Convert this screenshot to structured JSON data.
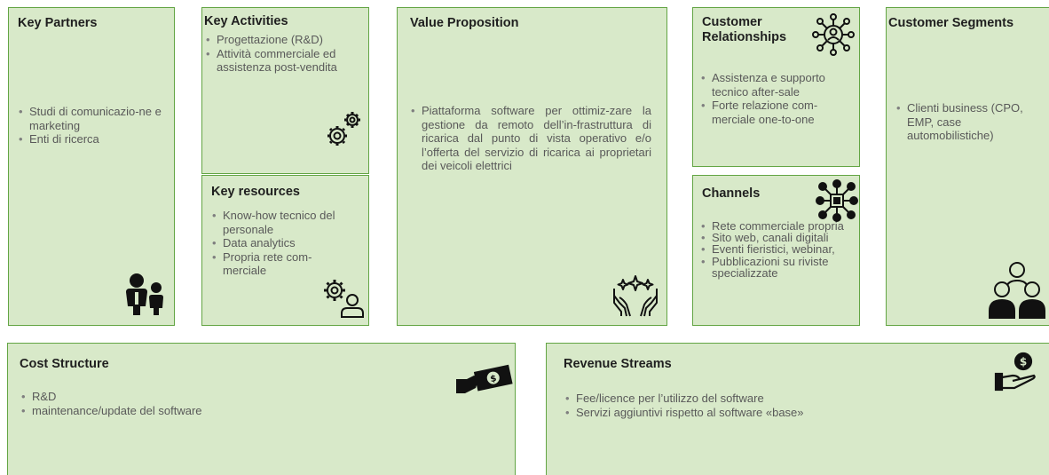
{
  "key_partners": {
    "title": "Key Partners",
    "items": [
      "Studi di comunicazio-ne e marketing",
      "Enti di ricerca"
    ],
    "icon": "people-icon"
  },
  "key_activities": {
    "title": "Key Activities",
    "items": [
      "Progettazione (R&D)",
      "Attività commerciale ed assistenza post-vendita"
    ],
    "icon": "gears-icon"
  },
  "key_resources": {
    "title": "Key resources",
    "items": [
      "Know-how tecnico del personale",
      "Data analytics",
      "Propria rete com-merciale"
    ],
    "icon": "gear-user-icon"
  },
  "value_proposition": {
    "title": "Value Proposition",
    "items": [
      "Piattaforma software per ottimiz-zare la gestione da remoto dell’in-frastruttura di ricarica dal punto di vista operativo e/o l’offerta del servizio di ricarica ai proprietari dei veicoli elettrici"
    ],
    "icon": "hands-sparkle-icon"
  },
  "customer_relationships": {
    "title_line1": "Customer",
    "title_line2": "Relationships",
    "items": [
      "Assistenza e supporto tecnico after-sale",
      "Forte relazione com-merciale one-to-one"
    ],
    "icon": "network-user-icon"
  },
  "channels": {
    "title": "Channels",
    "items": [
      "Rete commerciale propria",
      "Sito web, canali digitali",
      "Eventi fieristici, webinar,",
      "Pubblicazioni su riviste specializzate"
    ],
    "icon": "network-nodes-icon"
  },
  "customer_segments": {
    "title": "Customer Segments",
    "items": [
      "Clienti business (CPO, EMP, case automobilistiche)"
    ],
    "icon": "user-group-icon"
  },
  "cost_structure": {
    "title": "Cost Structure",
    "items": [
      "R&D",
      "maintenance/update del software"
    ],
    "icon": "hand-money-icon"
  },
  "revenue_streams": {
    "title": "Revenue Streams",
    "items": [
      "Fee/licence per l’utilizzo del software",
      "Servizi aggiuntivi rispetto al software «base»"
    ],
    "icon": "hand-coin-icon"
  },
  "colors": {
    "box_fill": "#d8e9c9",
    "box_border": "#63a544",
    "title_text": "#1f1f1f",
    "body_text": "#595959"
  }
}
